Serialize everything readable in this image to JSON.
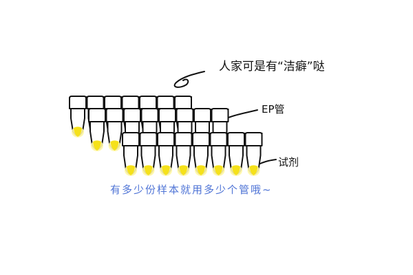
{
  "labels": {
    "top": "人家可是有“洁癖”哒",
    "ep_tube": "EP管",
    "reagent": "试剂"
  },
  "caption": "有多少份样本就用多少个管哦~",
  "colors": {
    "stroke": "#111111",
    "reagent": "#f5e11a",
    "reagent_glow": "#fff7a6",
    "caption": "#4f74d6"
  },
  "rows": [
    {
      "tube_count": 7,
      "filled_first": 1
    },
    {
      "tube_count": 8,
      "filled_first": 2
    },
    {
      "tube_count": 8,
      "filled_first": 8
    }
  ]
}
